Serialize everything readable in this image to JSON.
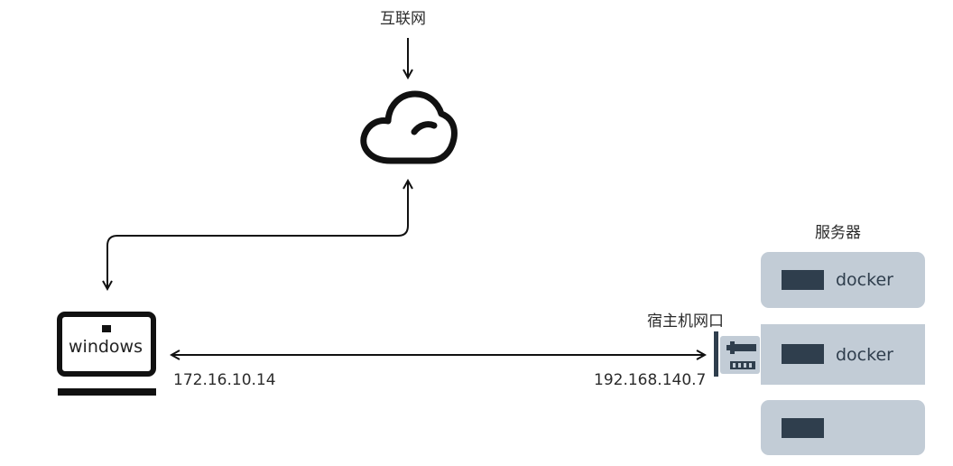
{
  "diagram": {
    "internet_label": "互联网",
    "server_label": "服务器",
    "nic_label": "宿主机网口",
    "laptop_label": "windows",
    "left_ip": "172.16.10.14",
    "right_ip": "192.168.140.7",
    "server_slots": [
      {
        "label": "docker"
      },
      {
        "label": "docker"
      },
      {
        "label": ""
      }
    ]
  },
  "colors": {
    "server_body": "#c2ccd6",
    "server_slot": "#2f3e4d",
    "nic_accent": "#2f3e4d",
    "nic_body": "#c2ccd6",
    "line": "#111111"
  },
  "icons": {
    "cloud": "cloud-icon",
    "laptop": "laptop-icon",
    "nic": "network-port-icon"
  }
}
